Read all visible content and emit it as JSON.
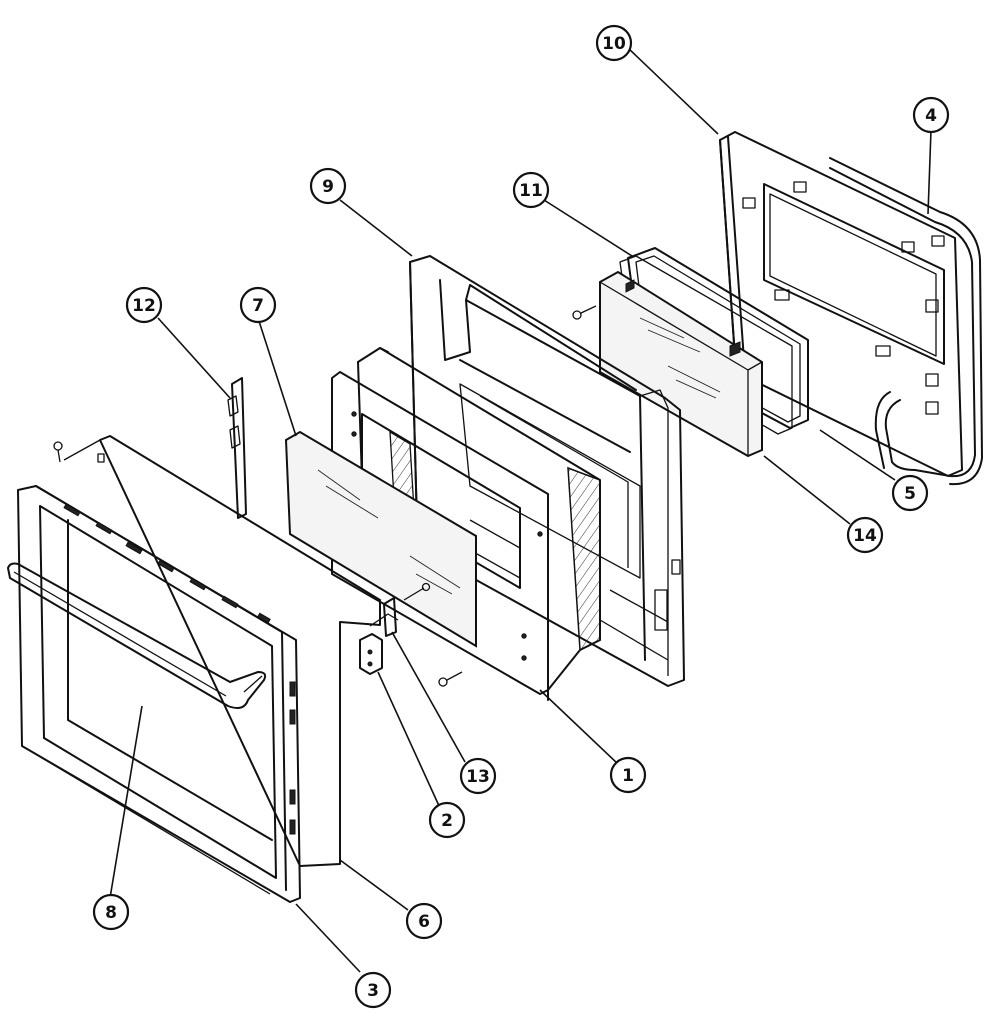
{
  "callouts": [
    {
      "id": "10",
      "label": "10"
    },
    {
      "id": "4",
      "label": "4"
    },
    {
      "id": "9",
      "label": "9"
    },
    {
      "id": "11",
      "label": "11"
    },
    {
      "id": "12",
      "label": "12"
    },
    {
      "id": "7",
      "label": "7"
    },
    {
      "id": "5",
      "label": "5"
    },
    {
      "id": "14",
      "label": "14"
    },
    {
      "id": "13",
      "label": "13"
    },
    {
      "id": "1",
      "label": "1"
    },
    {
      "id": "2",
      "label": "2"
    },
    {
      "id": "8",
      "label": "8"
    },
    {
      "id": "6",
      "label": "6"
    },
    {
      "id": "3",
      "label": "3"
    }
  ]
}
